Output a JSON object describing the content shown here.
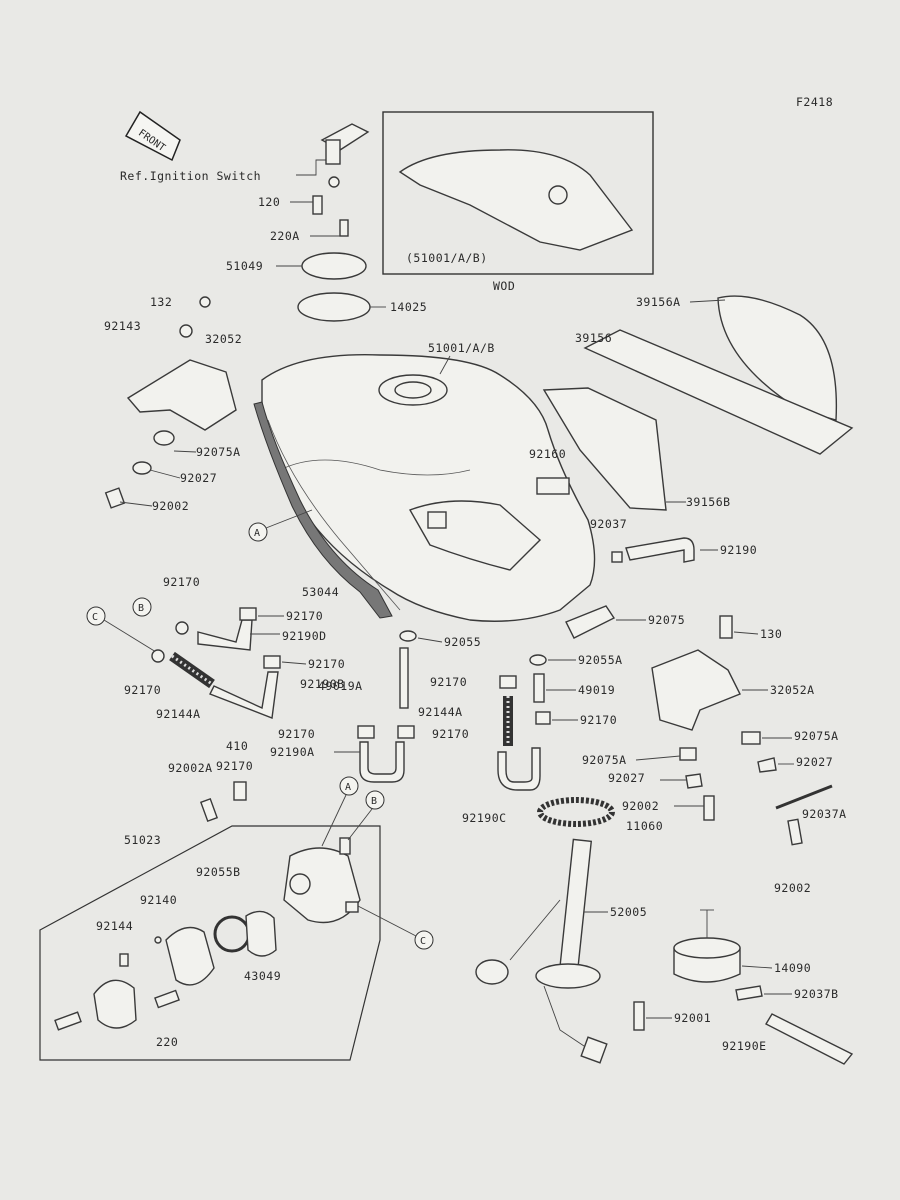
{
  "figure_code": "F2418",
  "front_label": "FRONT",
  "ref_ignition": "Ref.Ignition Switch",
  "variant_caption": "(51001/A/B)",
  "variant_name": "WOD",
  "callouts": {
    "A": "A",
    "B": "B",
    "C": "C"
  },
  "parts": [
    "120",
    "220A",
    "51049",
    "132",
    "92143",
    "32052",
    "14025",
    "51001/A/B",
    "39156A",
    "39156",
    "92075A",
    "92027",
    "92002",
    "92160",
    "39156B",
    "92037",
    "92190",
    "53044",
    "92170",
    "92170",
    "92190D",
    "92170",
    "92075",
    "130",
    "92055",
    "92055A",
    "92170",
    "92144A",
    "92190B",
    "49019A",
    "92170",
    "49019",
    "32052A",
    "92170",
    "92144A",
    "92170",
    "92170",
    "92190A",
    "92170",
    "410",
    "92075A",
    "92075A",
    "92027",
    "92002A",
    "92027",
    "92190C",
    "92002",
    "11060",
    "92037A",
    "51023",
    "92055B",
    "92140",
    "92144",
    "43049",
    "52005",
    "92002",
    "14090",
    "92037B",
    "92001",
    "220",
    "92190E"
  ]
}
